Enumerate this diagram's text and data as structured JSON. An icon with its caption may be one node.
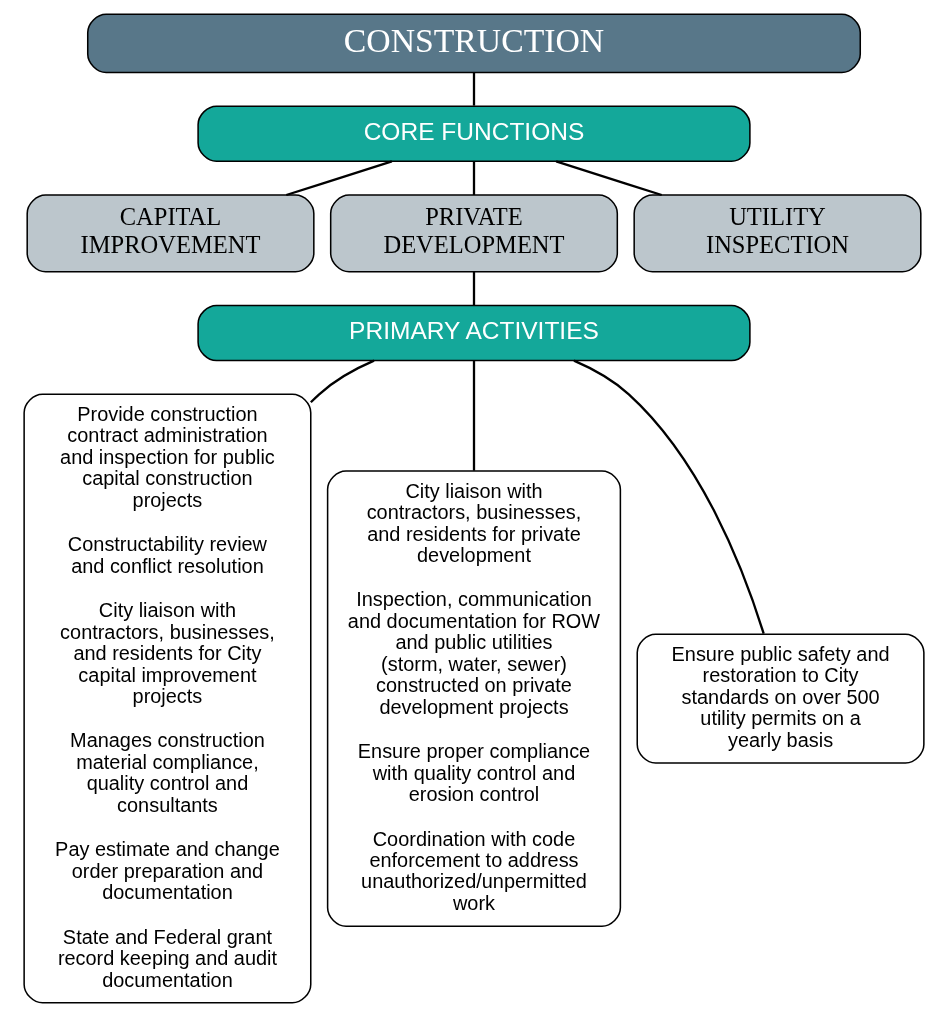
{
  "diagram": {
    "nodes": [
      {
        "text": [
          "CONSTRUCTION"
        ]
      },
      {
        "text": [
          "CORE FUNCTIONS"
        ]
      },
      {
        "text": [
          "CAPITAL IMPROVEMENT"
        ]
      },
      {
        "text": [
          "PRIVATE DEVELOPMENT"
        ]
      },
      {
        "text": [
          "UTILITY INSPECTION"
        ]
      },
      {
        "text": [
          "PRIMARY ACTIVITIES"
        ]
      },
      {
        "text": [
          "Provide construction contract administration and inspection for public capital construction projects",
          "Constructability review and conflict resolution",
          "City liaison with contractors, businesses, and residents for City capital improvement projects",
          "Manages construction material compliance, quality control and consultants",
          "Pay estimate and change order preparation and documentation",
          "State and Federal grant record keeping and audit documentation"
        ]
      },
      {
        "text": [
          "City liaison with contractors, businesses, and residents for private development",
          "Inspection, communication and documentation for ROW and public utilities (storm, water, sewer) constructed on private development projects",
          "Ensure proper compliance with quality control and erosion control",
          "Coordination with code enforcement to address unauthorized/unpermitted work"
        ]
      },
      {
        "text": [
          "Ensure public safety and restoration to City standards on over 500 utility permits on a yearly basis"
        ]
      }
    ],
    "edges": [
      {
        "from": 0,
        "to": 1,
        "arrow": "none"
      },
      {
        "from": 1,
        "to": 2,
        "arrow": "none"
      },
      {
        "from": 1,
        "to": 3,
        "arrow": "none"
      },
      {
        "from": 1,
        "to": 4,
        "arrow": "none"
      },
      {
        "from": 3,
        "to": 5,
        "arrow": "none"
      },
      {
        "from": 5,
        "to": 6,
        "arrow": "none"
      },
      {
        "from": 5,
        "to": 7,
        "arrow": "none"
      },
      {
        "from": 5,
        "to": 8,
        "arrow": "none"
      }
    ]
  }
}
